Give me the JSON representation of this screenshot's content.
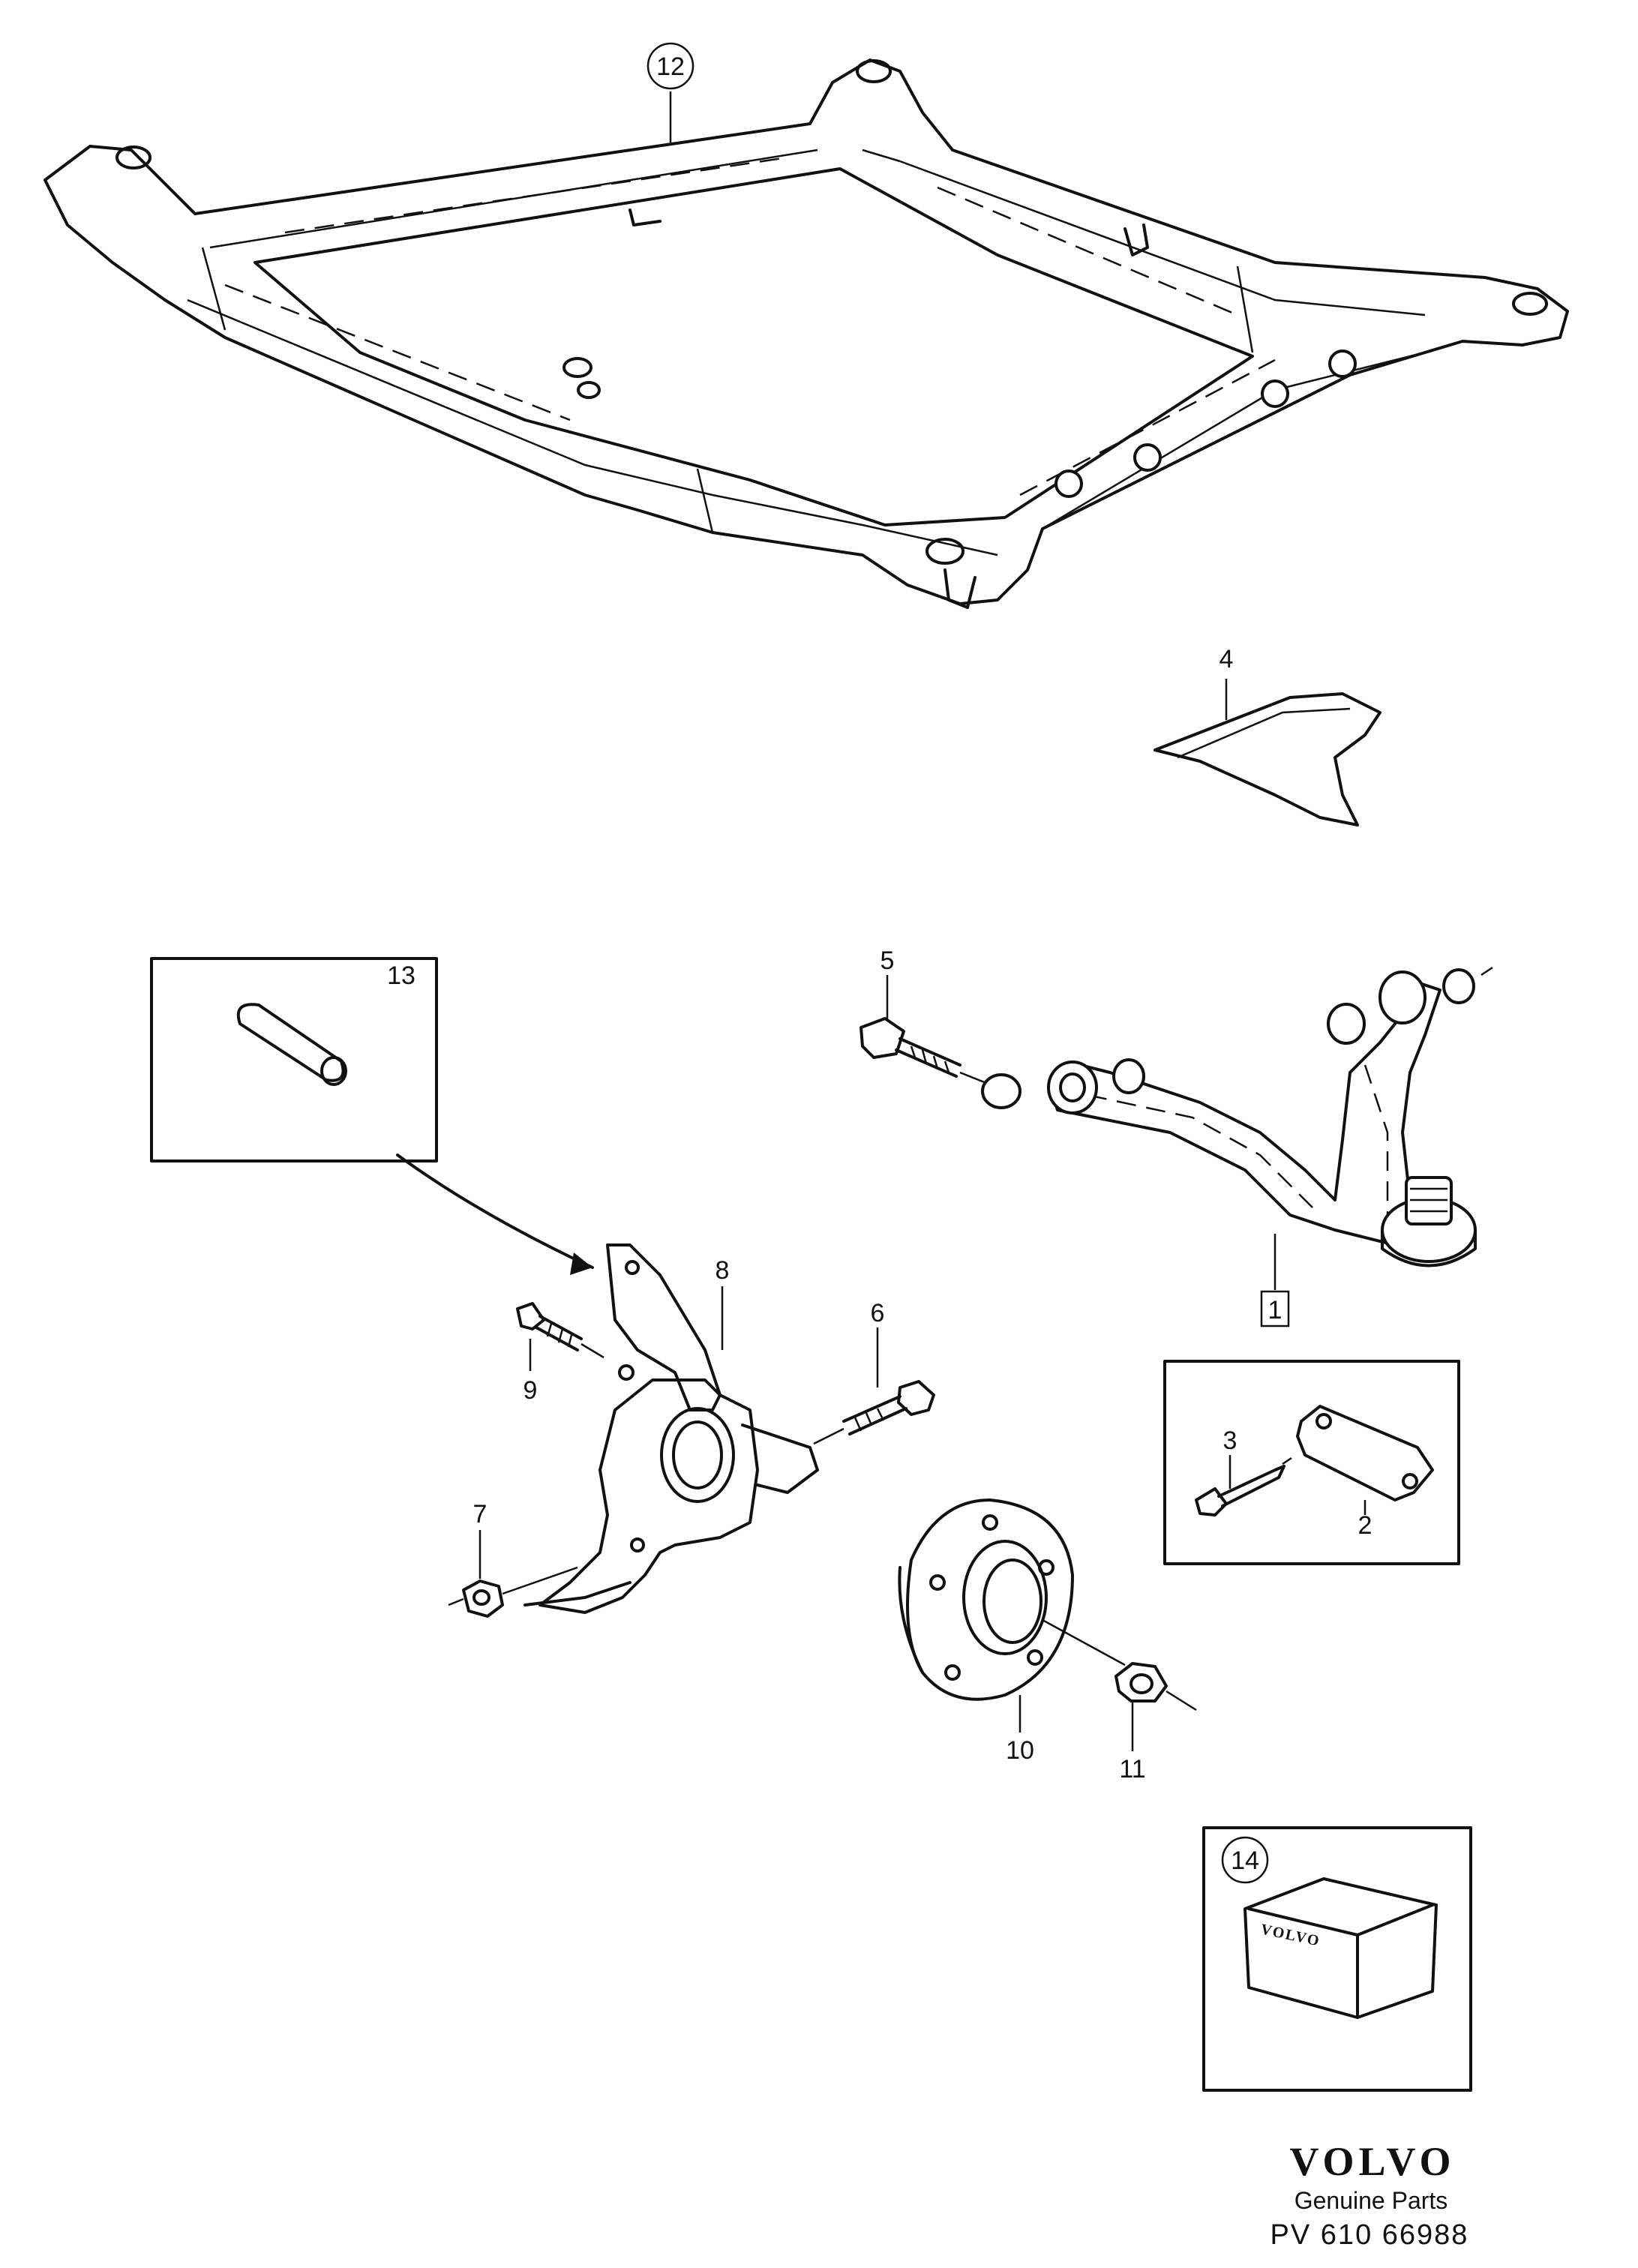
{
  "callouts": {
    "c1": "1",
    "c2": "2",
    "c3": "3",
    "c4": "4",
    "c5": "5",
    "c6": "6",
    "c7": "7",
    "c8": "8",
    "c9": "9",
    "c10": "10",
    "c11": "11",
    "c12": "12",
    "c13": "13",
    "c14": "14"
  },
  "box_logo": "VOLVO",
  "footer": {
    "brand": "VOLVO",
    "subtitle": "Genuine Parts",
    "code": "PV 610 66988"
  }
}
